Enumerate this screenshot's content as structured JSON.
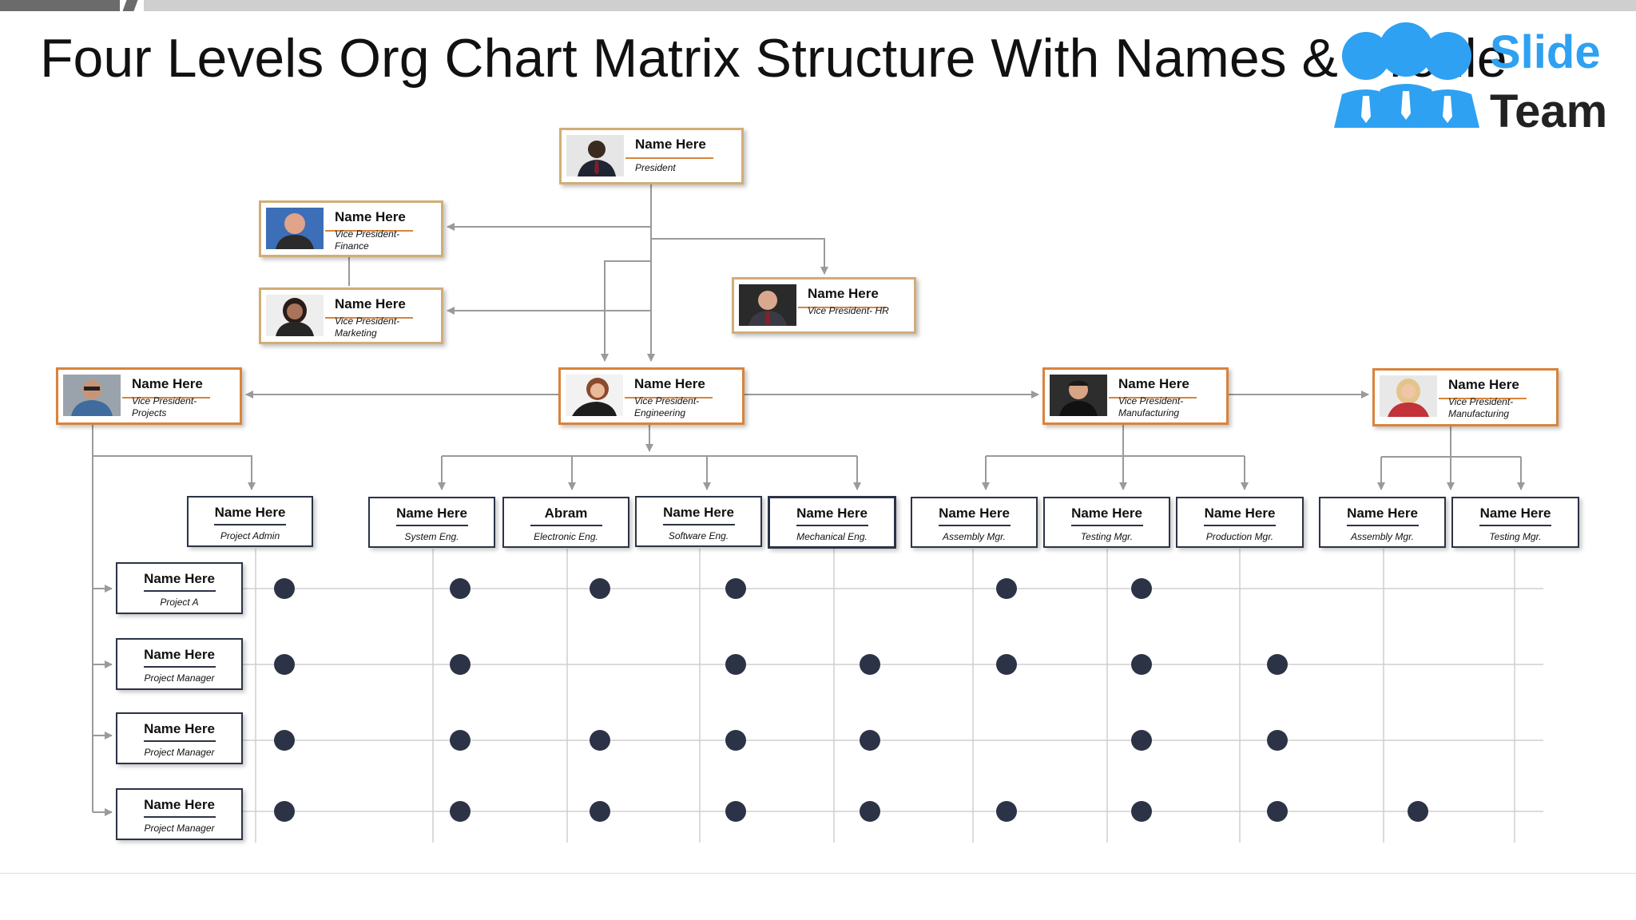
{
  "title": "Four Levels Org Chart Matrix Structure With Names & Profile",
  "logo": {
    "word1": "Slide",
    "word2": "Team",
    "color": "#2ea1f2"
  },
  "colors": {
    "card_border": "#d1ad77",
    "card_border_accent": "#d8843c",
    "box_border": "#2c3346",
    "dot": "#2c3346",
    "wire": "#9a9a9a"
  },
  "president": {
    "name": "Name Here",
    "role": "President"
  },
  "staff": [
    {
      "name": "Name Here",
      "role": "Vice President- Finance"
    },
    {
      "name": "Name Here",
      "role": "Vice President- Marketing"
    },
    {
      "name": "Name Here",
      "role": "Vice President- HR"
    }
  ],
  "vice_presidents": [
    {
      "name": "Name Here",
      "role": "Vice President- Projects"
    },
    {
      "name": "Name Here",
      "role": "Vice President- Engineering"
    },
    {
      "name": "Name Here",
      "role": "Vice President- Manufacturing"
    },
    {
      "name": "Name Here",
      "role": "Vice President- Manufacturing"
    }
  ],
  "project_admin": {
    "name": "Name Here",
    "role": "Project Admin"
  },
  "columns": [
    {
      "name": "Name Here",
      "role": "System Eng."
    },
    {
      "name": "Abram",
      "role": "Electronic Eng."
    },
    {
      "name": "Name Here",
      "role": "Software Eng."
    },
    {
      "name": "Name Here",
      "role": "Mechanical Eng."
    },
    {
      "name": "Name Here",
      "role": "Assembly Mgr."
    },
    {
      "name": "Name Here",
      "role": "Testing Mgr."
    },
    {
      "name": "Name Here",
      "role": "Production Mgr."
    },
    {
      "name": "Name Here",
      "role": "Assembly Mgr."
    },
    {
      "name": "Name Here",
      "role": "Testing Mgr."
    }
  ],
  "rows": [
    {
      "name": "Name Here",
      "role": "Project A"
    },
    {
      "name": "Name Here",
      "role": "Project Manager"
    },
    {
      "name": "Name Here",
      "role": "Project Manager"
    },
    {
      "name": "Name Here",
      "role": "Project Manager"
    }
  ],
  "matrix": [
    [
      1,
      1,
      1,
      1,
      0,
      1,
      1,
      0,
      0,
      0
    ],
    [
      1,
      1,
      0,
      1,
      1,
      1,
      1,
      1,
      0,
      0
    ],
    [
      1,
      1,
      1,
      1,
      1,
      0,
      1,
      1,
      0,
      0
    ],
    [
      1,
      1,
      1,
      1,
      1,
      1,
      1,
      1,
      1,
      0
    ]
  ]
}
